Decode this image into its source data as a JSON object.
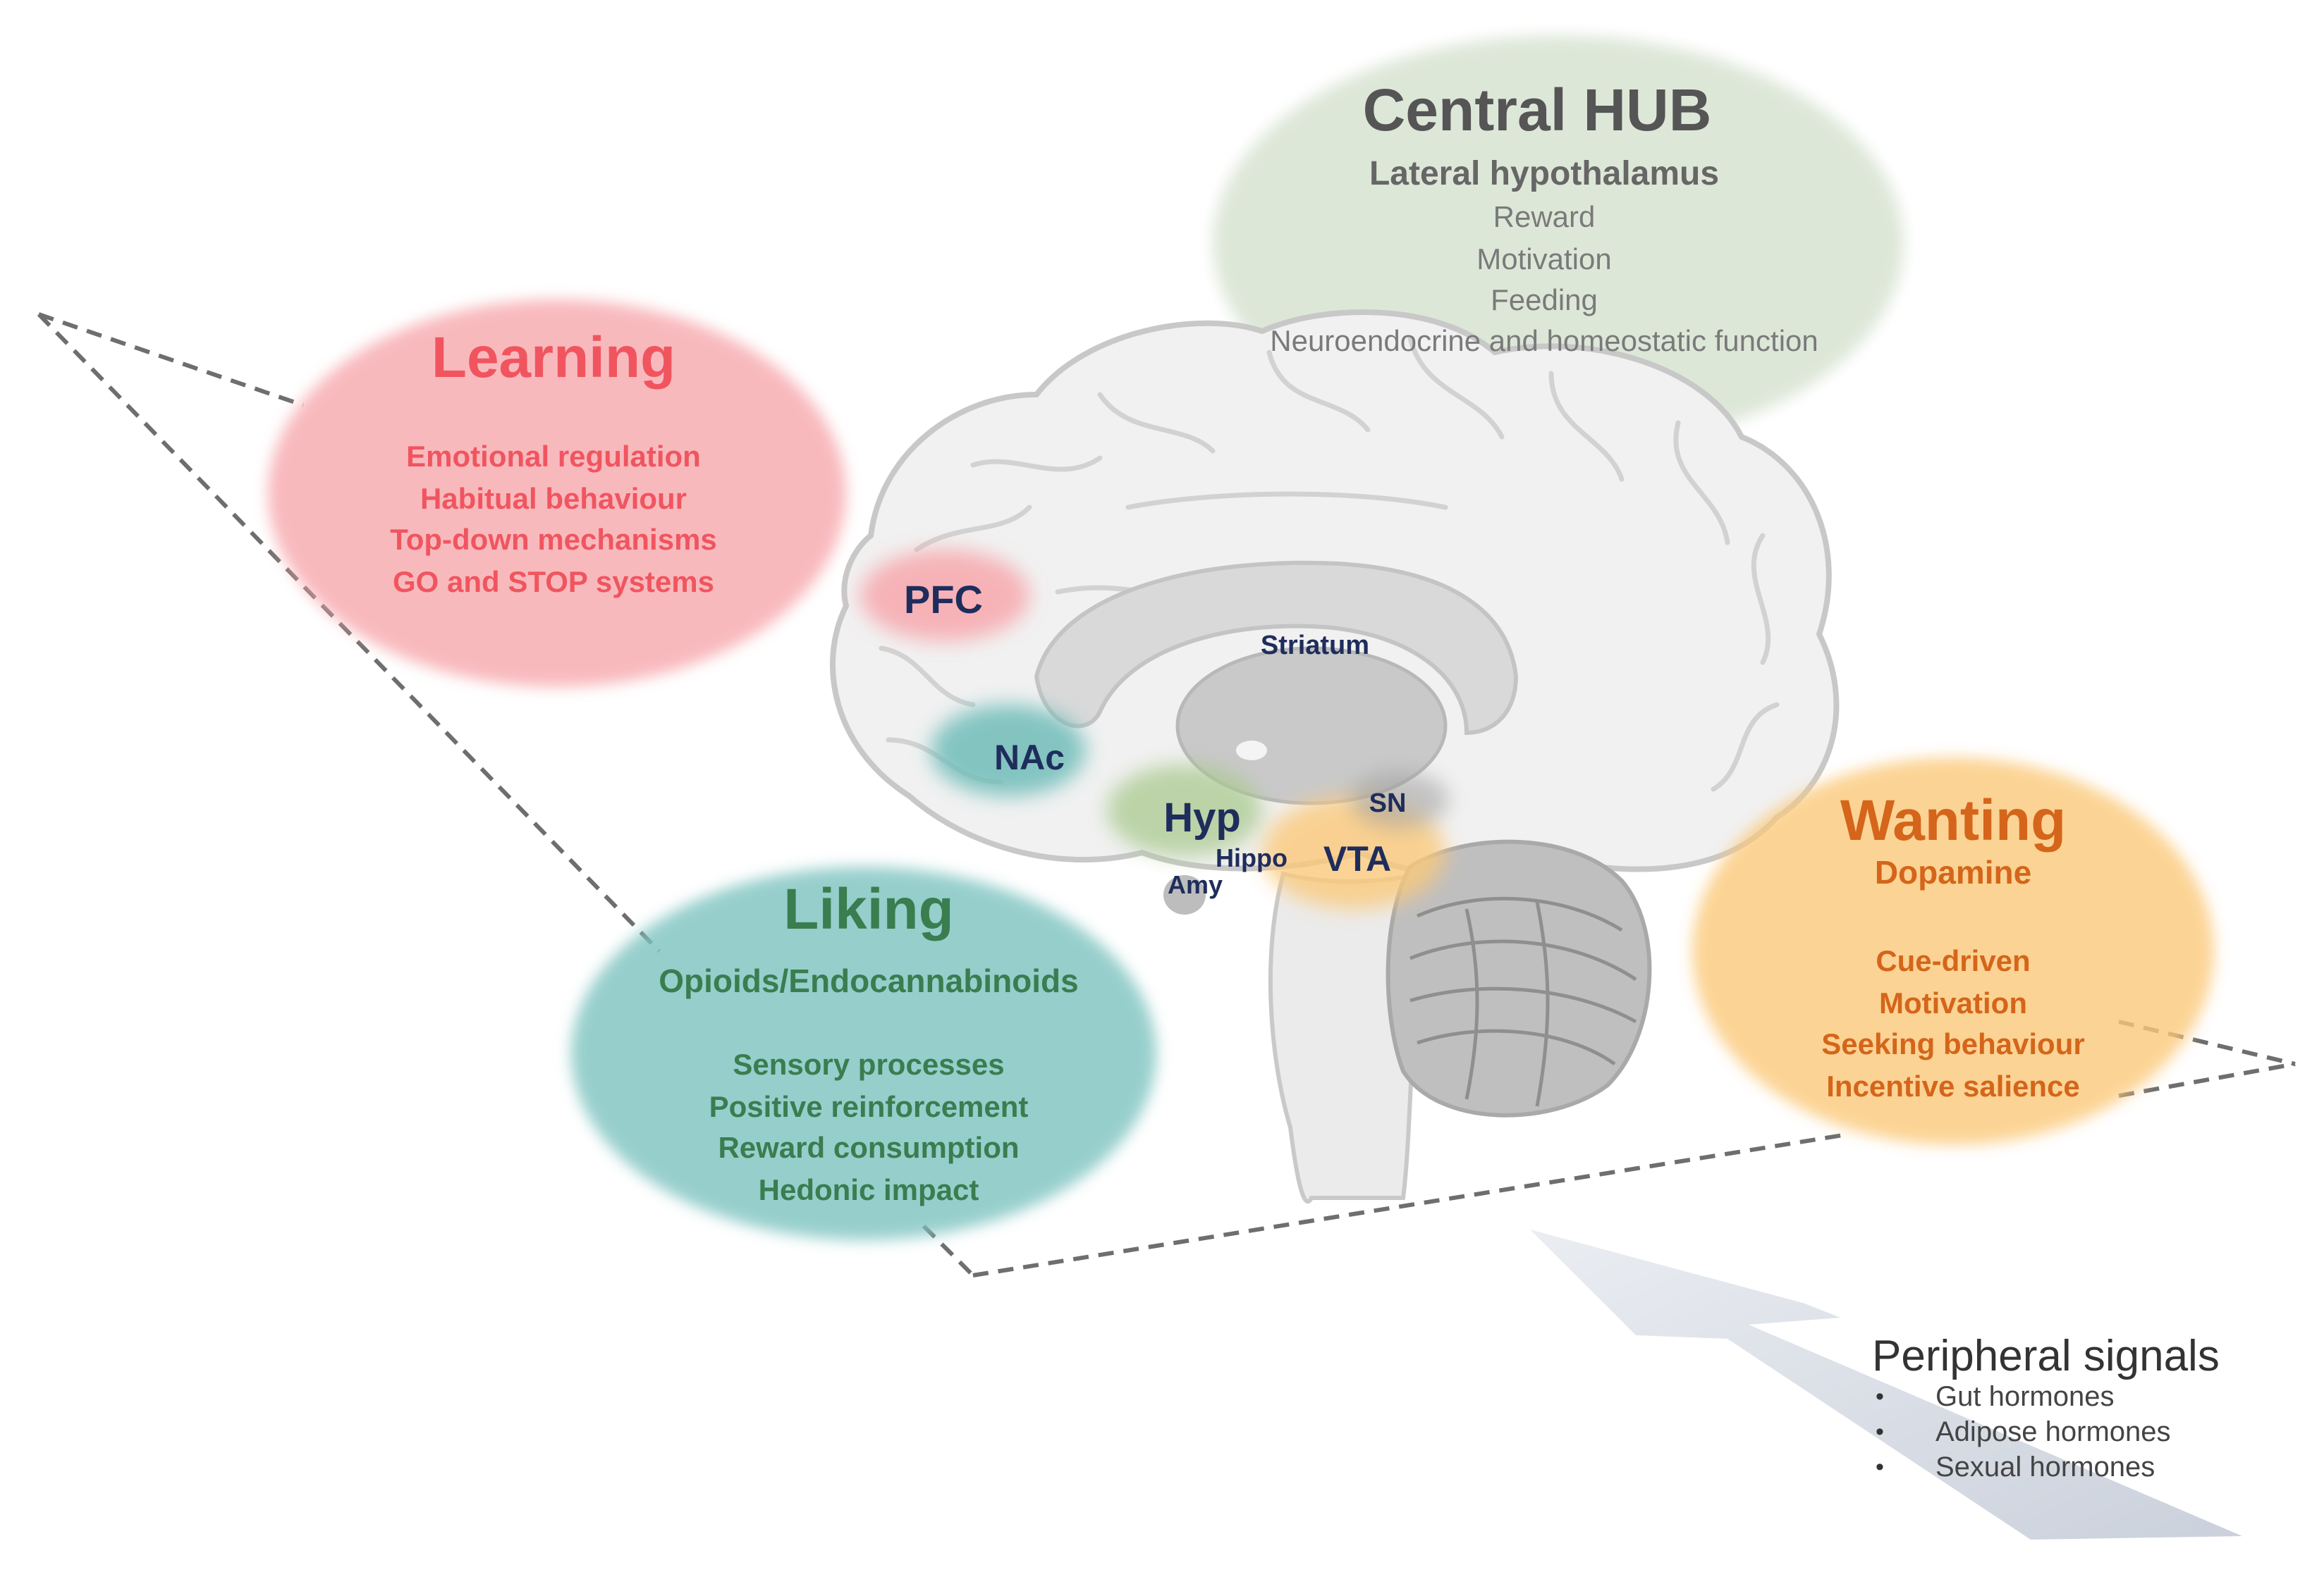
{
  "colors": {
    "learning": "#f0555f",
    "liking": "#3a7d4f",
    "wanting": "#d4651a",
    "hub": "#555555",
    "region_label": "#1f2d5c",
    "learning_fill": "#f7a8ad",
    "liking_fill": "#7dc3c0",
    "wanting_fill": "#fbc97a",
    "hub_fill": "#d8e3d2",
    "arrow_fill": "#d8dde6"
  },
  "hub": {
    "title": "Central HUB",
    "subtitle": "Lateral hypothalamus",
    "items": [
      "Reward",
      "Motivation",
      "Feeding",
      "Neuroendocrine and homeostatic function"
    ]
  },
  "learning": {
    "title": "Learning",
    "items": [
      "Emotional regulation",
      "Habitual behaviour",
      "Top-down mechanisms",
      "GO and STOP systems"
    ]
  },
  "liking": {
    "title": "Liking",
    "subtitle": "Opioids/Endocannabinoids",
    "items": [
      "Sensory processes",
      "Positive reinforcement",
      "Reward consumption",
      "Hedonic impact"
    ]
  },
  "wanting": {
    "title": "Wanting",
    "subtitle": "Dopamine",
    "items": [
      "Cue-driven",
      "Motivation",
      "Seeking behaviour",
      "Incentive salience"
    ]
  },
  "regions": {
    "pfc": "PFC",
    "nac": "NAc",
    "striatum": "Striatum",
    "hyp": "Hyp",
    "sn": "SN",
    "vta": "VTA",
    "hippo": "Hippo",
    "amy": "Amy"
  },
  "peripheral": {
    "title": "Peripheral signals",
    "bullet": "•",
    "items": [
      "Gut hormones",
      "Adipose hormones",
      "Sexual hormones"
    ]
  }
}
